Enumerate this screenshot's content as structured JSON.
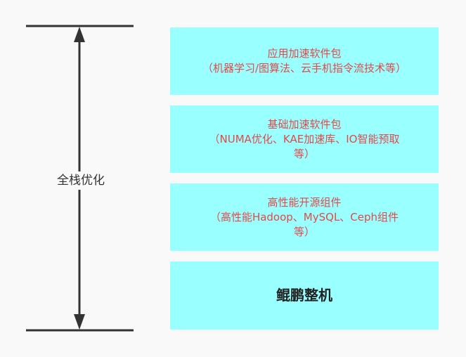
{
  "side_label": "全栈优化",
  "colors": {
    "box_fill": "#99ffff",
    "text_red": "#e04a4a",
    "line": "#333333"
  },
  "boxes": [
    {
      "line1": "应用加速软件包",
      "line2": "（机器学习/图算法、云手机指令流技术等）",
      "line3": ""
    },
    {
      "line1": "基础加速软件包",
      "line2": "（NUMA优化、KAE加速库、IO智能预取",
      "line3": "等）"
    },
    {
      "line1": "高性能开源组件",
      "line2": "（高性能Hadoop、MySQL、Ceph组件",
      "line3": "等）"
    },
    {
      "line1": "鲲鹏整机",
      "line2": "",
      "line3": ""
    }
  ]
}
